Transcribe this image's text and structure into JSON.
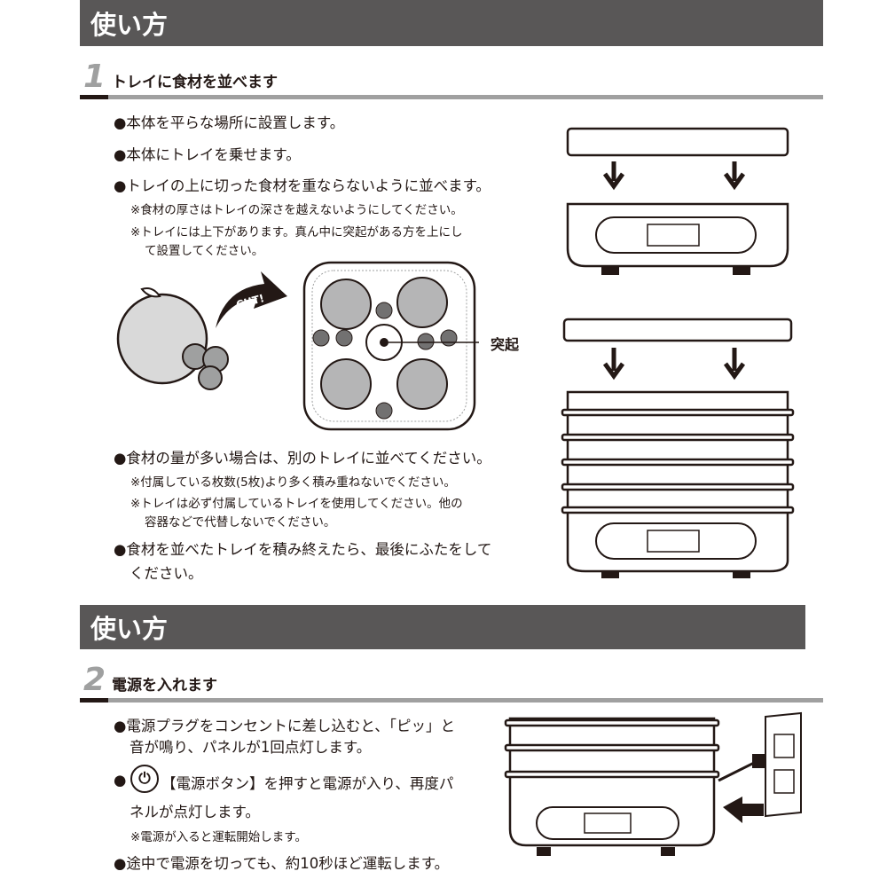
{
  "section1": {
    "header": "使い方",
    "step_number": "1",
    "step_title": "トレイに食材を並べます",
    "bullets": [
      "●本体を平らな場所に設置します。",
      "●本体にトレイを乗せます。",
      "●トレイの上に切った食材を重ならないように並べます。"
    ],
    "notes": [
      "※食材の厚さはトレイの深さを越えないようにしてください。",
      "※トレイには上下があります。真ん中に突起がある方を上にし",
      "て設置してください。"
    ],
    "cut_label": "CUT!",
    "protrusion_label": "突起",
    "bullets2": [
      "●食材の量が多い場合は、別のトレイに並べてください。"
    ],
    "notes2": [
      "※付属している枚数(5枚)より多く積み重ねないでください。",
      "※トレイは必ず付属しているトレイを使用してください。他の",
      "容器などで代替しないでください。"
    ],
    "bullet_last": [
      "●食材を並べたトレイを積み終えたら、最後にふたをして",
      "ください。"
    ]
  },
  "section2": {
    "header": "使い方",
    "step_number": "2",
    "step_title": "電源を入れます",
    "bullet1": [
      "●電源プラグをコンセントに差し込むと、「ピッ」と",
      "音が鳴り、パネルが1回点灯します。"
    ],
    "bullet2_prefix": "●",
    "bullet2": [
      "【電源ボタン】を押すと電源が入り、再度パ",
      "ネルが点灯します。"
    ],
    "note": "※電源が入ると運転開始します。",
    "bullet3": "●途中で電源を切っても、約10秒ほど運転します。"
  }
}
